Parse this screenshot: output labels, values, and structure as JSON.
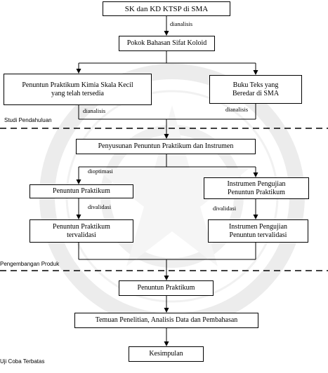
{
  "boxes": {
    "sk_kd": "SK dan KD KTSP di SMA",
    "pokok": "Pokok Bahasan Sifat Koloid",
    "penuntun_kimia": [
      "Penuntun Praktikum Kimia Skala Kecil",
      "yang telah tersedia"
    ],
    "buku_teks": [
      "Buku Teks yang",
      "Beredar di SMA"
    ],
    "penyusunan": "Penyusunan Penuntun Praktikum dan Instrumen",
    "penuntun_praktikum_1": "Penuntun Praktikum",
    "instrumen_pengujian": [
      "Instrumen Pengujian",
      "Penuntun Praktikum"
    ],
    "penuntun_tervalidasi": [
      "Penuntun Praktikum",
      "tervalidasi"
    ],
    "instrumen_tervalidasi": [
      "Instrumen Pengujian",
      "Penuntun  tervalidasi"
    ],
    "penuntun_praktikum_2": "Penuntun Praktikum",
    "temuan": "Temuan Penelitian, Analisis Data dan Pembahasan",
    "kesimpulan": "Kesimpulan"
  },
  "notes": {
    "dianalisis_top": "dianalisis",
    "dianalisis_left": "dianalisis",
    "dianalisis_right": "dianalisis",
    "dioptimasi": "dioptimasi",
    "divalidasi_left": "divalidasi",
    "divalidasi_right": "divalidasi"
  },
  "phases": {
    "studi": "Studi Pendahuluan",
    "pengembangan": "Pengembangan Produk",
    "uji_coba": "Uji Coba Terbatas"
  }
}
